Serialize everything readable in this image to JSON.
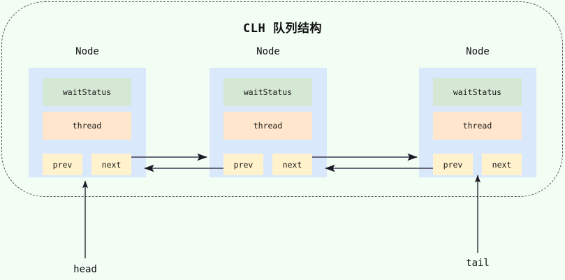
{
  "diagram": {
    "title": "CLH 队列结构",
    "region_style": "dashed-rounded-rectangle",
    "background_color": "#f2fdf4",
    "colors": {
      "node_card": "#dae8fc",
      "wait_status": "#d5e8d4",
      "thread": "#ffe6cc",
      "pointer": "#fff2cc",
      "arrow": "#3b3b4f",
      "border_dashed": "#555555",
      "text": "#111111"
    },
    "nodes": [
      {
        "label": "Node",
        "fields": {
          "wait_status": "waitStatus",
          "thread": "thread",
          "prev": "prev",
          "next": "next"
        }
      },
      {
        "label": "Node",
        "fields": {
          "wait_status": "waitStatus",
          "thread": "thread",
          "prev": "prev",
          "next": "next"
        }
      },
      {
        "label": "Node",
        "fields": {
          "wait_status": "waitStatus",
          "thread": "thread",
          "prev": "prev",
          "next": "next"
        }
      }
    ],
    "pointers": {
      "head": "head",
      "tail": "tail"
    }
  }
}
